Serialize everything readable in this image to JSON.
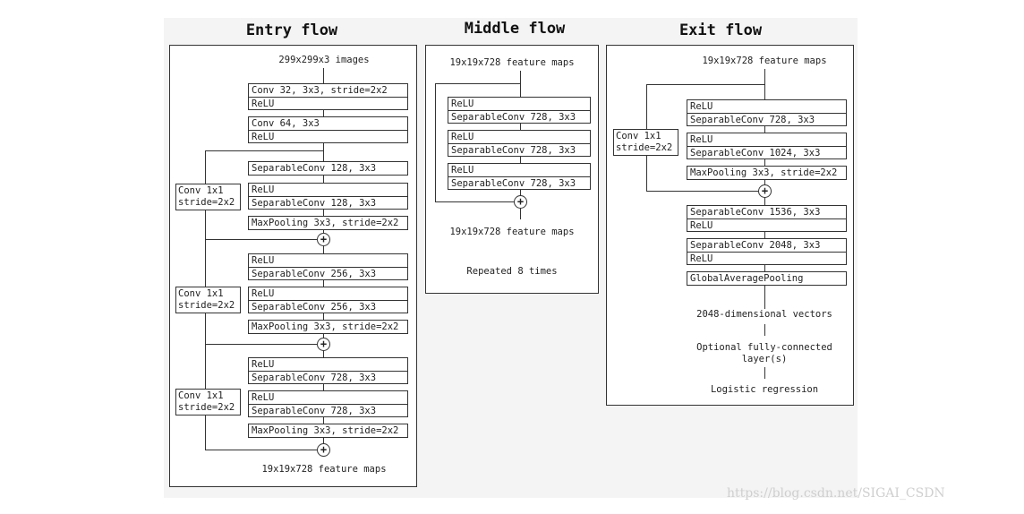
{
  "entry": {
    "title": "Entry flow",
    "input": "299x299x3 images",
    "output": "19x19x728 feature maps",
    "blocks": [
      [
        "Conv 32, 3x3, stride=2x2",
        "ReLU"
      ],
      [
        "Conv 64, 3x3",
        "ReLU"
      ],
      [
        "SeparableConv 128, 3x3"
      ],
      [
        "ReLU",
        "SeparableConv 128, 3x3"
      ],
      [
        "MaxPooling 3x3, stride=2x2"
      ],
      [
        "ReLU",
        "SeparableConv 256, 3x3"
      ],
      [
        "ReLU",
        "SeparableConv 256, 3x3"
      ],
      [
        "MaxPooling 3x3, stride=2x2"
      ],
      [
        "ReLU",
        "SeparableConv 728, 3x3"
      ],
      [
        "ReLU",
        "SeparableConv 728, 3x3"
      ],
      [
        "MaxPooling 3x3, stride=2x2"
      ]
    ],
    "shortcuts": [
      [
        "Conv 1x1",
        "stride=2x2"
      ],
      [
        "Conv 1x1",
        "stride=2x2"
      ],
      [
        "Conv 1x1",
        "stride=2x2"
      ]
    ]
  },
  "middle": {
    "title": "Middle flow",
    "input": "19x19x728 feature maps",
    "output": "19x19x728 feature maps",
    "repeat": "Repeated 8 times",
    "blocks": [
      [
        "ReLU",
        "SeparableConv 728, 3x3"
      ],
      [
        "ReLU",
        "SeparableConv 728, 3x3"
      ],
      [
        "ReLU",
        "SeparableConv 728, 3x3"
      ]
    ]
  },
  "exit": {
    "title": "Exit flow",
    "input": "19x19x728 feature maps",
    "blocks": [
      [
        "ReLU",
        "SeparableConv 728, 3x3"
      ],
      [
        "ReLU",
        "SeparableConv 1024, 3x3"
      ],
      [
        "MaxPooling 3x3, stride=2x2"
      ],
      [
        "SeparableConv 1536, 3x3",
        "ReLU"
      ],
      [
        "SeparableConv 2048, 3x3",
        "ReLU"
      ],
      [
        "GlobalAveragePooling"
      ]
    ],
    "shortcut": [
      "Conv 1x1",
      "stride=2x2"
    ],
    "vectors": "2048-dimensional vectors",
    "fc": [
      "Optional fully-connected",
      "layer(s)"
    ],
    "logistic": "Logistic regression"
  },
  "plus_symbol": "+",
  "watermark": "https://blog.csdn.net/SIGAI_CSDN"
}
